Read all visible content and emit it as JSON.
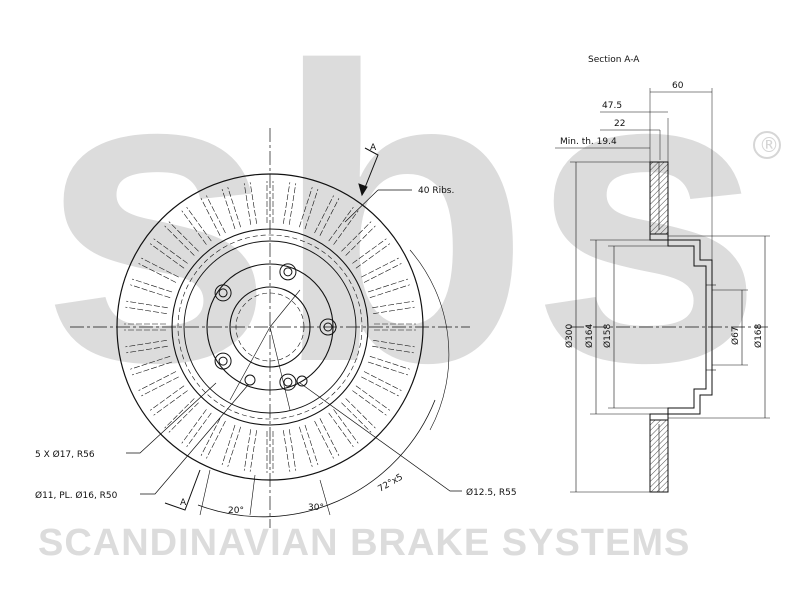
{
  "brand": {
    "watermark_letters": "sbs",
    "registered_mark": "®",
    "tagline": "SCANDINAVIAN BRAKE SYSTEMS",
    "watermark_color": "#dcdcdc"
  },
  "section": {
    "title": "Section A-A",
    "dims": {
      "width_total": "60",
      "width_hub": "47.5",
      "disc_thickness": "22",
      "min_thickness": "Min. th. 19.4",
      "d_outer": "Ø300",
      "d_164": "Ø164",
      "d_158": "Ø158",
      "d_67": "Ø67",
      "d_168": "Ø168"
    }
  },
  "front": {
    "ribs_label": "40 Ribs.",
    "section_marker_top": "A",
    "section_marker_bottom": "A",
    "bolt_holes": "5 X Ø17, R56",
    "pl_holes": "Ø11, PL. Ø16, R50",
    "small_hole": "Ø12.5, R55",
    "angle_20": "20°",
    "angle_30": "30°",
    "angle_72": "72°x5"
  },
  "colors": {
    "line": "#111111",
    "hatch": "#222222"
  }
}
